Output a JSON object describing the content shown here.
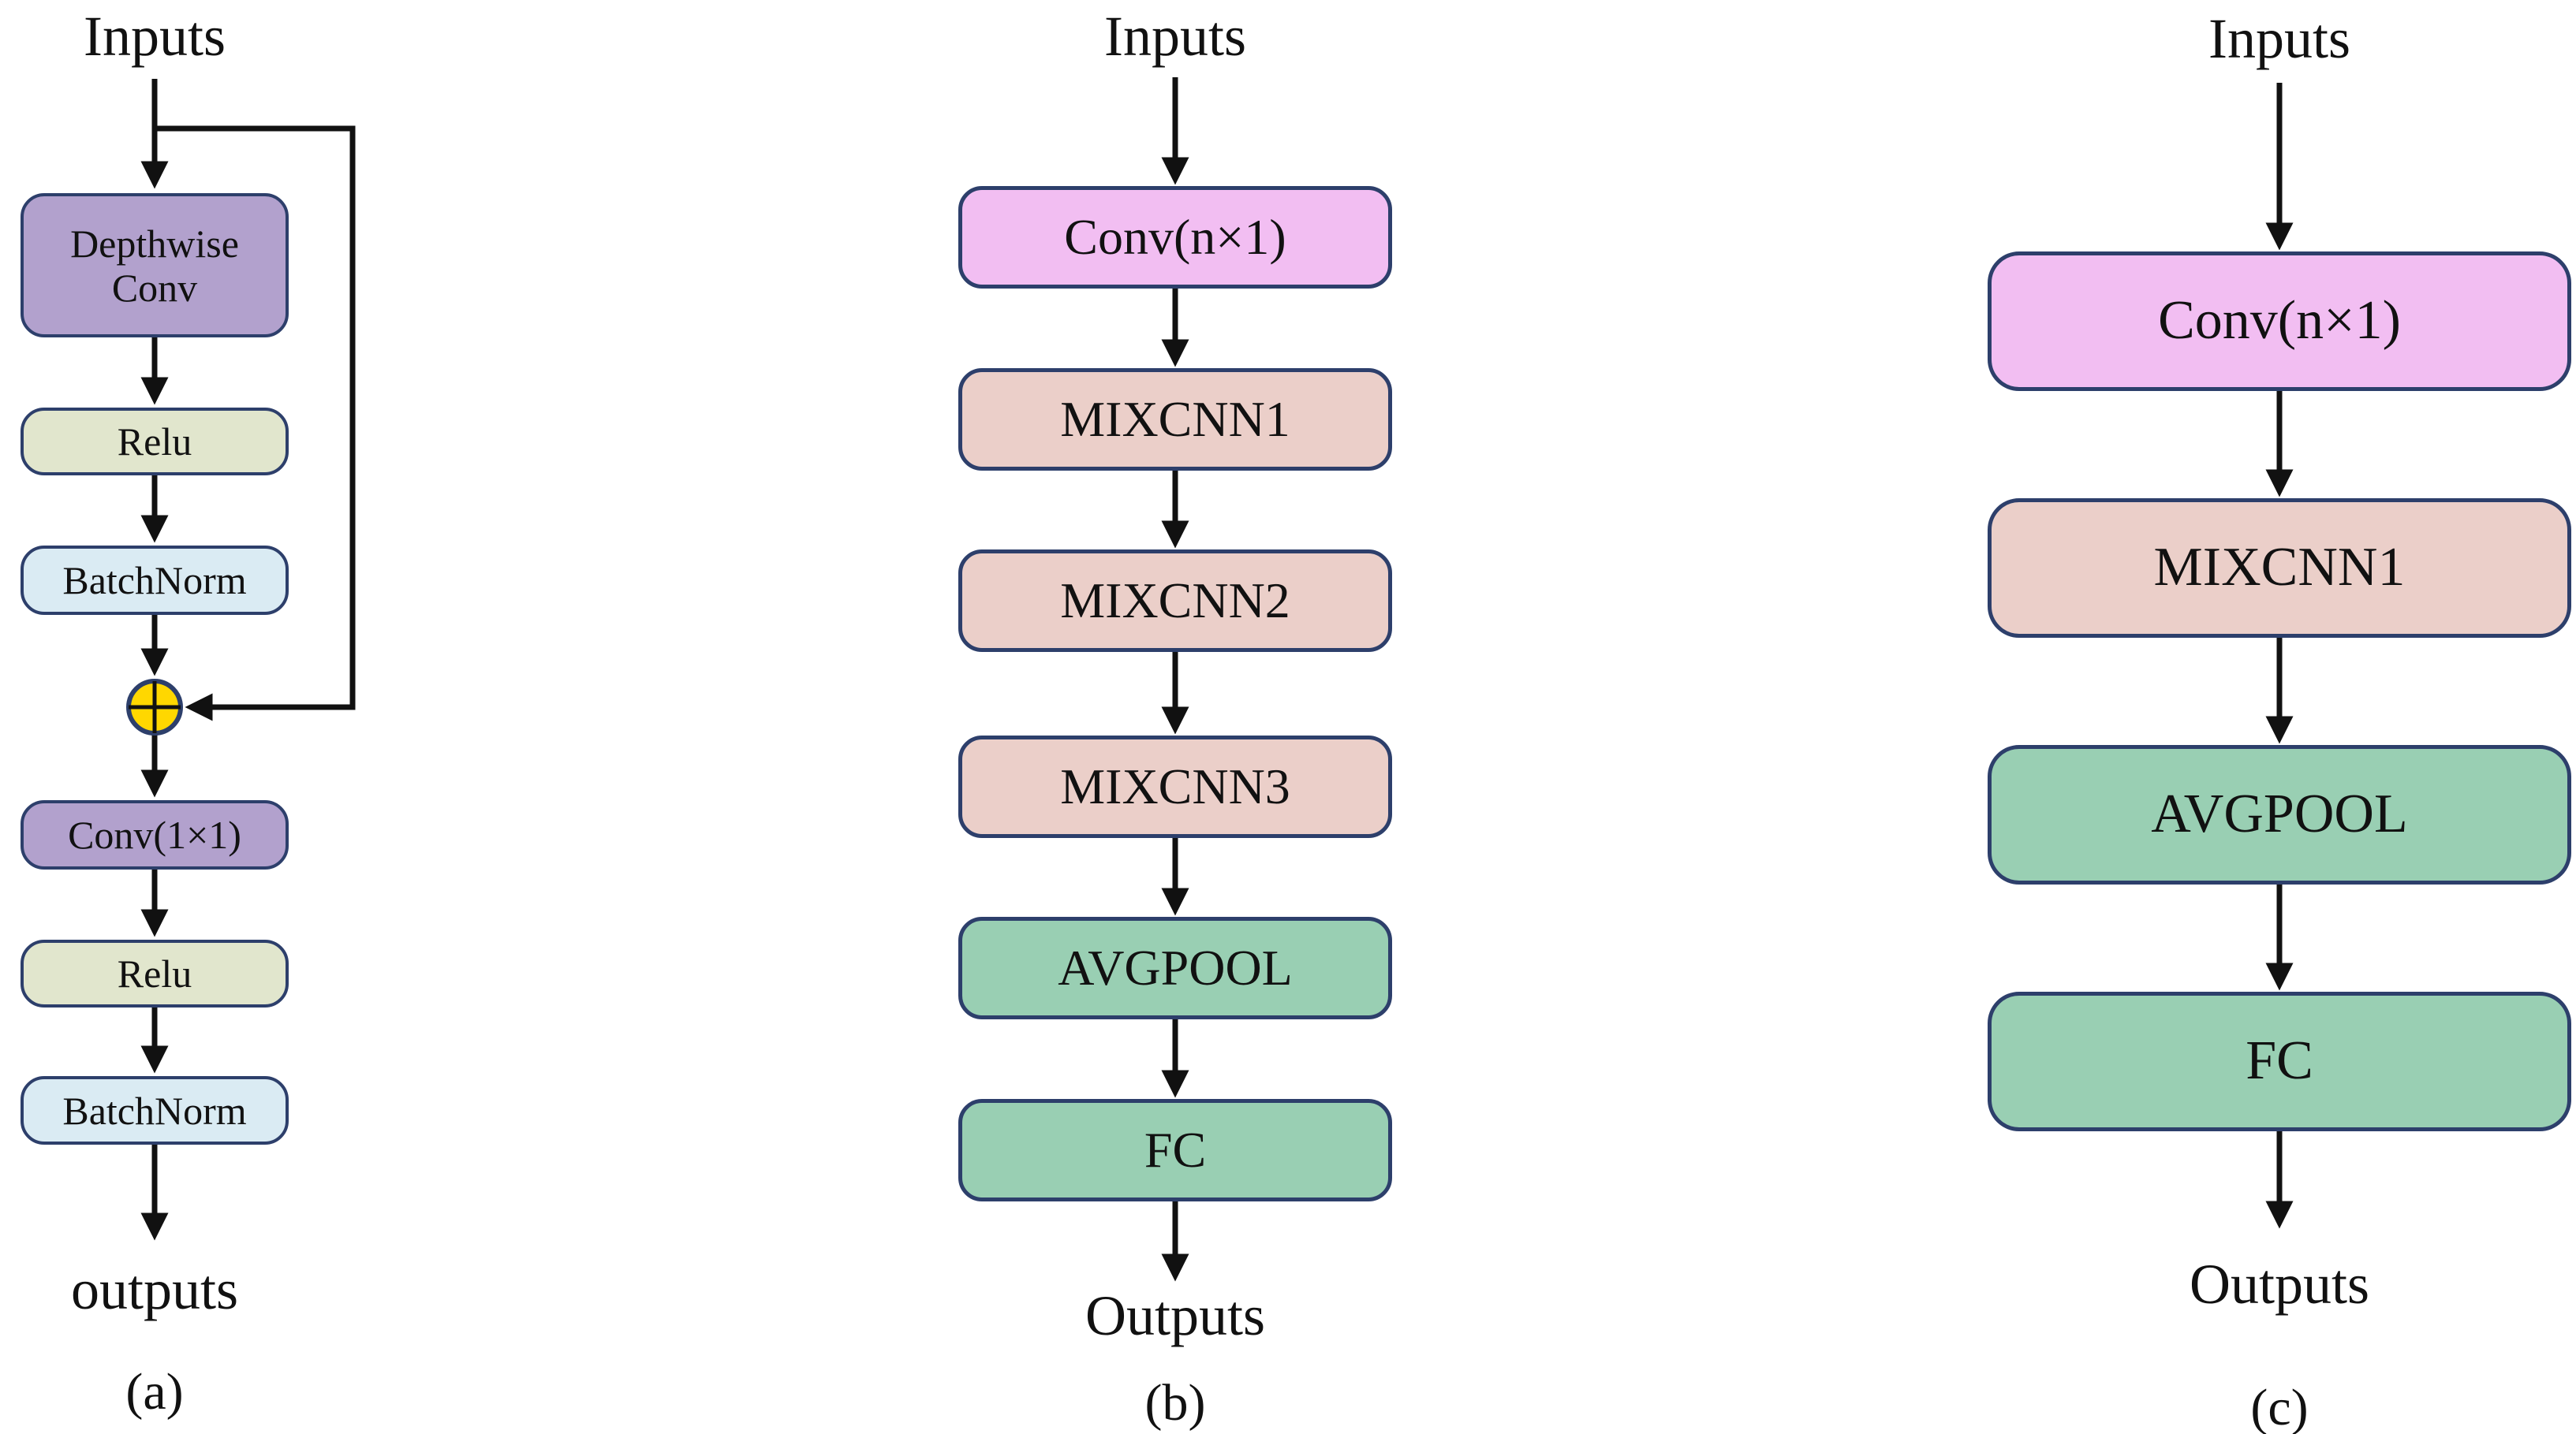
{
  "figure": {
    "colors": {
      "depthwise_purple": "#b2a1cd",
      "relu_olive": "#e1e6cd",
      "batchnorm_blue": "#daebf3",
      "conv_pink": "#f2bef2",
      "mixcnn_salmon": "#ebcfc9",
      "pool_green": "#99cfb3",
      "box_border_navy": "#2d3f6b",
      "arrow_black": "#111111",
      "merge_yellow": "#ffd700"
    },
    "diagrams": [
      {
        "caption": "(a)",
        "input_label": "Inputs",
        "output_label": "outputs",
        "merge_icon": "circle-plus",
        "nodes": [
          {
            "label": "Depthwise Conv"
          },
          {
            "label": "Relu"
          },
          {
            "label": "BatchNorm"
          },
          {
            "label": "Conv(1×1)"
          },
          {
            "label": "Relu"
          },
          {
            "label": "BatchNorm"
          }
        ]
      },
      {
        "caption": "(b)",
        "input_label": "Inputs",
        "output_label": "Outputs",
        "nodes": [
          {
            "label": "Conv(n×1)"
          },
          {
            "label": "MIXCNN1"
          },
          {
            "label": "MIXCNN2"
          },
          {
            "label": "MIXCNN3"
          },
          {
            "label": "AVGPOOL"
          },
          {
            "label": "FC"
          }
        ]
      },
      {
        "caption": "(c)",
        "input_label": "Inputs",
        "output_label": "Outputs",
        "nodes": [
          {
            "label": "Conv(n×1)"
          },
          {
            "label": "MIXCNN1"
          },
          {
            "label": "AVGPOOL"
          },
          {
            "label": "FC"
          }
        ]
      }
    ]
  }
}
